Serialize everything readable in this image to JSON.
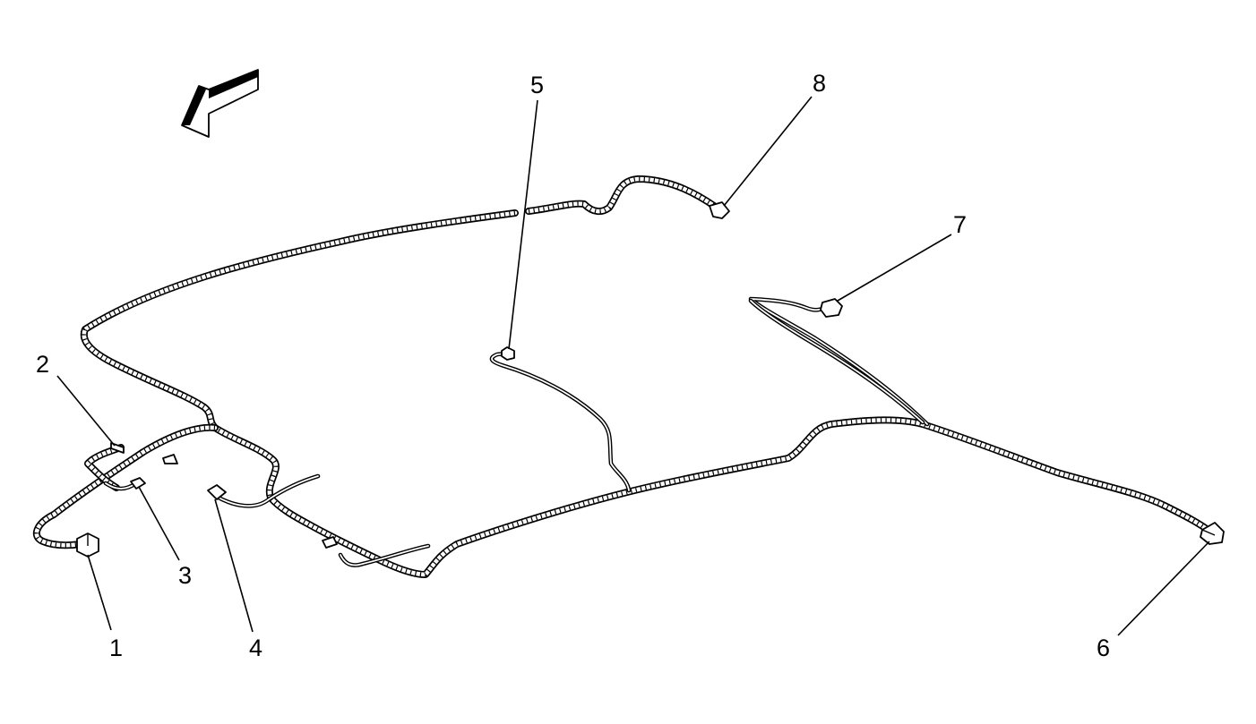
{
  "callouts": [
    {
      "id": "1",
      "label": "1"
    },
    {
      "id": "2",
      "label": "2"
    },
    {
      "id": "3",
      "label": "3"
    },
    {
      "id": "4",
      "label": "4"
    },
    {
      "id": "5",
      "label": "5"
    },
    {
      "id": "6",
      "label": "6"
    },
    {
      "id": "7",
      "label": "7"
    },
    {
      "id": "8",
      "label": "8"
    }
  ],
  "icons": {
    "direction_arrow": "front-direction-arrow-icon"
  },
  "colors": {
    "line": "#000000",
    "background": "#ffffff"
  }
}
